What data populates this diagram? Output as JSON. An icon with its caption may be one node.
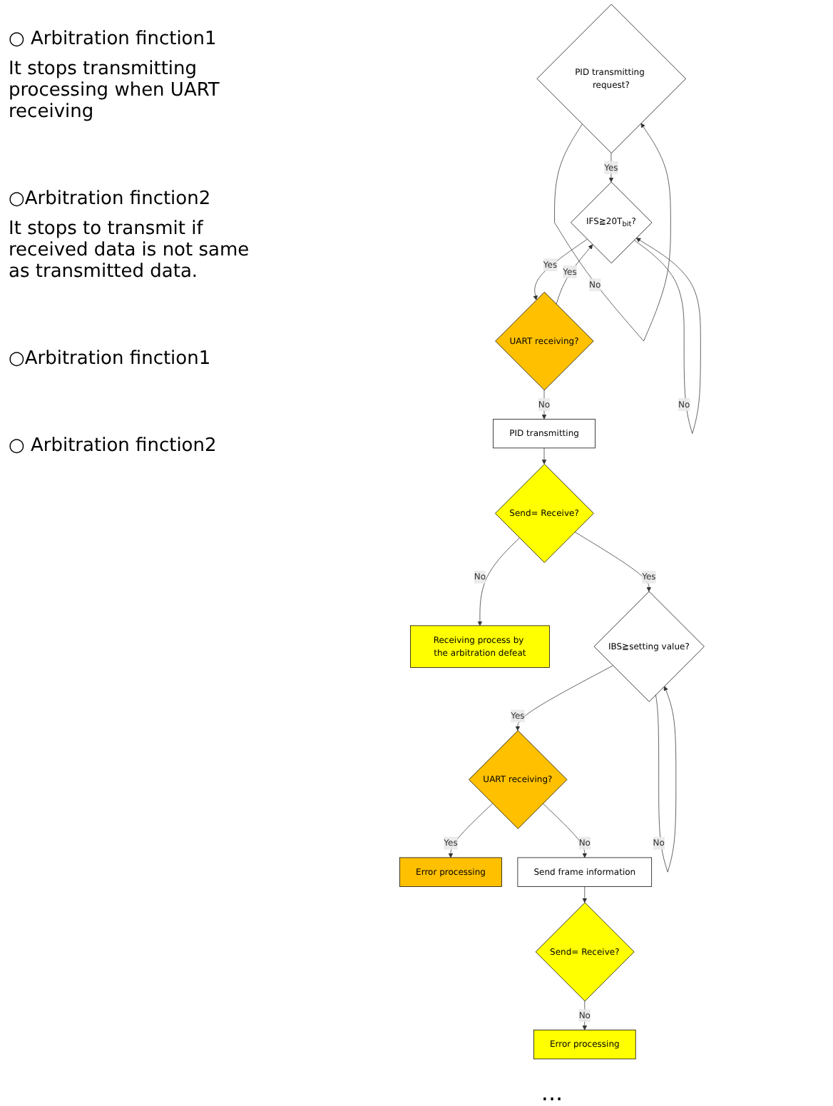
{
  "diagram": {
    "nodes": [
      {
        "text": [
          "PID transmitting request?"
        ]
      },
      {
        "text": [
          "IFS≧20T$_{bit}$?"
        ]
      },
      {
        "text": [
          "UART receiving?"
        ]
      },
      {
        "text": [
          "PID transmitting"
        ]
      },
      {
        "text": [
          "Send= Receive?"
        ]
      },
      {
        "text": [
          "Receiving process by the arbitration defeat"
        ]
      },
      {
        "text": [
          "IBS≧setting value?"
        ]
      },
      {
        "text": [
          "UART receiving?"
        ]
      },
      {
        "text": [
          "Error processing"
        ]
      },
      {
        "text": [
          "Send frame information"
        ]
      },
      {
        "text": [
          "Send= Receive?"
        ]
      },
      {
        "text": [
          "Error processing"
        ]
      }
    ],
    "edges": [
      {
        "from": 0,
        "to": 0,
        "arrow": "to",
        "label": "No"
      },
      {
        "from": 0,
        "to": 1,
        "arrow": "to",
        "label": "Yes"
      },
      {
        "from": 1,
        "to": 1,
        "arrow": "to",
        "label": "No"
      },
      {
        "from": 1,
        "to": 2,
        "arrow": "to",
        "label": "Yes"
      },
      {
        "from": 2,
        "to": 1,
        "arrow": "to",
        "label": "Yes"
      },
      {
        "from": 2,
        "to": 3,
        "arrow": "to",
        "label": "No"
      },
      {
        "from": 3,
        "to": 4,
        "arrow": "to"
      },
      {
        "from": 4,
        "to": 5,
        "arrow": "to",
        "label": "No"
      },
      {
        "from": 4,
        "to": 6,
        "arrow": "to",
        "label": "Yes"
      },
      {
        "from": 6,
        "to": 6,
        "arrow": "to",
        "label": "No"
      },
      {
        "from": 6,
        "to": 7,
        "arrow": "to",
        "label": "Yes"
      },
      {
        "from": 7,
        "to": 8,
        "arrow": "to",
        "label": "Yes"
      },
      {
        "from": 7,
        "to": 9,
        "arrow": "to",
        "label": "No"
      },
      {
        "from": 9,
        "to": 10,
        "arrow": "to"
      },
      {
        "from": 10,
        "to": 11,
        "arrow": "to",
        "label": "No"
      }
    ],
    "labels": [
      "○ Arbitration finction1",
      "It stops transmitting processing when UART receiving",
      "○Arbitration finction2",
      "It stops to transmit if received data is not same as transmitted data.",
      "○Arbitration finction1",
      "○ Arbitration finction2",
      "..."
    ]
  }
}
